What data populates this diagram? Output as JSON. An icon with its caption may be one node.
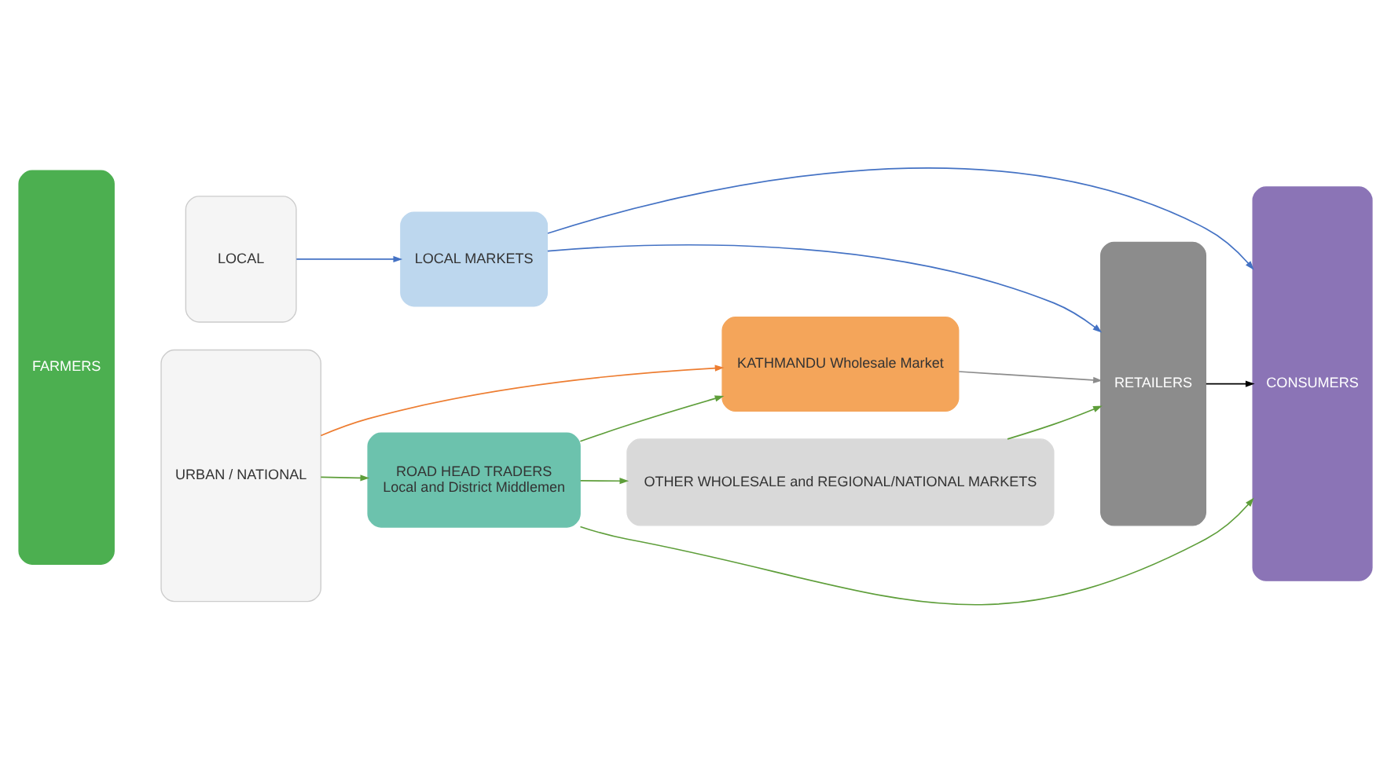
{
  "diagram": {
    "nodes": [
      {
        "text": [
          "FARMERS"
        ]
      },
      {
        "text": [
          "LOCAL"
        ]
      },
      {
        "text": [
          "URBAN / NATIONAL"
        ]
      },
      {
        "text": [
          "LOCAL MARKETS"
        ]
      },
      {
        "text": [
          "KATHMANDU Wholesale Market"
        ]
      },
      {
        "text": [
          "ROAD HEAD TRADERS",
          "Local and District Middlemen"
        ]
      },
      {
        "text": [
          "OTHER WHOLESALE and REGIONAL/NATIONAL MARKETS"
        ]
      },
      {
        "text": [
          "RETAILERS"
        ]
      },
      {
        "text": [
          "CONSUMERS"
        ]
      }
    ],
    "edges": [
      {
        "from": 1,
        "to": 3,
        "arrow": "to",
        "color": "#4472c4"
      },
      {
        "from": 3,
        "to": 8,
        "arrow": "to",
        "color": "#4472c4"
      },
      {
        "from": 3,
        "to": 7,
        "arrow": "to",
        "color": "#4472c4"
      },
      {
        "from": 2,
        "to": 4,
        "arrow": "to",
        "color": "#ed7d31"
      },
      {
        "from": 2,
        "to": 5,
        "arrow": "to"
      },
      {
        "from": 5,
        "to": 4,
        "arrow": "to"
      },
      {
        "from": 5,
        "to": 6,
        "arrow": "to"
      },
      {
        "from": 5,
        "to": 8,
        "arrow": "to"
      },
      {
        "from": 4,
        "to": 7,
        "arrow": "to",
        "color": "#8c8c8c"
      },
      {
        "from": 6,
        "to": 7,
        "arrow": "to"
      },
      {
        "from": 7,
        "to": 8,
        "arrow": "to",
        "color": "#000000"
      }
    ]
  }
}
